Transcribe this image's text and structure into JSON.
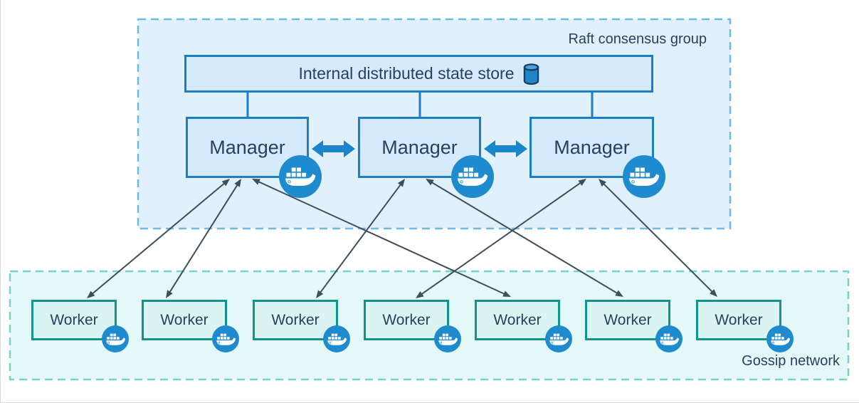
{
  "groups": {
    "raft": {
      "label": "Raft consensus group"
    },
    "gossip": {
      "label": "Gossip network"
    }
  },
  "state_store": {
    "label": "Internal distributed state store",
    "icon": "database-icon"
  },
  "nodes": {
    "managers": [
      {
        "id": "manager-1",
        "label": "Manager",
        "icon": "docker-whale-icon"
      },
      {
        "id": "manager-2",
        "label": "Manager",
        "icon": "docker-whale-icon"
      },
      {
        "id": "manager-3",
        "label": "Manager",
        "icon": "docker-whale-icon"
      }
    ],
    "workers": [
      {
        "id": "worker-1",
        "label": "Worker",
        "icon": "docker-whale-icon"
      },
      {
        "id": "worker-2",
        "label": "Worker",
        "icon": "docker-whale-icon"
      },
      {
        "id": "worker-3",
        "label": "Worker",
        "icon": "docker-whale-icon"
      },
      {
        "id": "worker-4",
        "label": "Worker",
        "icon": "docker-whale-icon"
      },
      {
        "id": "worker-5",
        "label": "Worker",
        "icon": "docker-whale-icon"
      },
      {
        "id": "worker-6",
        "label": "Worker",
        "icon": "docker-whale-icon"
      },
      {
        "id": "worker-7",
        "label": "Worker",
        "icon": "docker-whale-icon"
      }
    ]
  },
  "connections": {
    "store_to_managers": [
      "manager-1",
      "manager-2",
      "manager-3"
    ],
    "manager_peers": [
      [
        "manager-1",
        "manager-2"
      ],
      [
        "manager-2",
        "manager-3"
      ]
    ],
    "manager_worker": [
      [
        "manager-1",
        "worker-1"
      ],
      [
        "manager-1",
        "worker-2"
      ],
      [
        "manager-1",
        "worker-5"
      ],
      [
        "manager-2",
        "worker-3"
      ],
      [
        "manager-2",
        "worker-6"
      ],
      [
        "manager-3",
        "worker-4"
      ],
      [
        "manager-3",
        "worker-7"
      ]
    ]
  },
  "colors": {
    "raft_fill": "#e1f1fb",
    "raft_border": "#6fb9e2",
    "gossip_fill": "#e3f8f7",
    "gossip_border": "#7ad0ca",
    "manager_fill": "#d5eafa",
    "manager_border": "#1c7ec7",
    "worker_fill": "#daf4f2",
    "worker_border": "#12948c",
    "docker_badge": "#1d8bce",
    "thick_arrow": "#1b85cb",
    "thin_arrow": "#3f4f58",
    "text_dark": "#26425e"
  }
}
